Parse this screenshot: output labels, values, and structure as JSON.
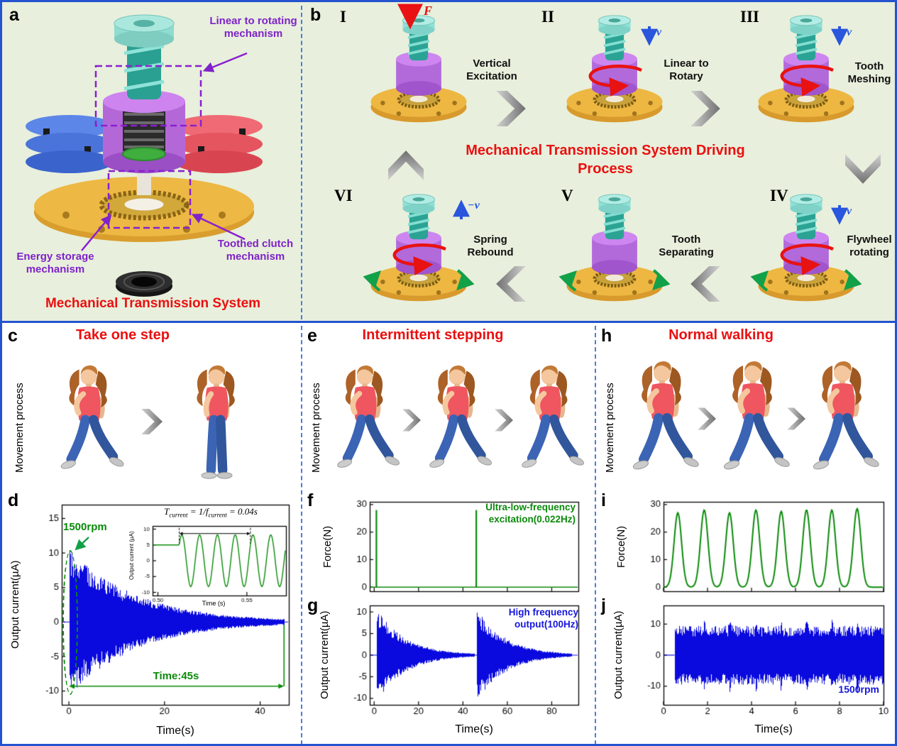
{
  "colors": {
    "border_blue": "#2353cf",
    "panel_green_bg": "#e8efdc",
    "accent_red": "#ea1010",
    "purple": "#7e22c9",
    "annotation_green": "#0a8a0a",
    "current_blue": "#0a0adf",
    "velocity_blue": "#2a55dd"
  },
  "figure": {
    "panel_a": {
      "letter": "a",
      "labels": {
        "linear_rotating": "Linear to rotating mechanism",
        "energy_storage": "Energy storage mechanism",
        "toothed_clutch": "Toothed clutch mechanism"
      },
      "title": "Mechanical Transmission System"
    },
    "panel_b": {
      "letter": "b",
      "title_line1": "Mechanical Transmission System Driving",
      "title_line2": "Process",
      "force_symbol": "F",
      "stages": [
        {
          "numeral": "I",
          "label_line1": "Vertical",
          "label_line2": "Excitation"
        },
        {
          "numeral": "II",
          "label_line1": "Linear to",
          "label_line2": "Rotary",
          "velocity": "v"
        },
        {
          "numeral": "III",
          "label_line1": "Tooth",
          "label_line2": "Meshing",
          "velocity": "v"
        },
        {
          "numeral": "IV",
          "label_line1": "Flywheel",
          "label_line2": "rotating",
          "velocity": "v"
        },
        {
          "numeral": "V",
          "label_line1": "Tooth",
          "label_line2": "Separating"
        },
        {
          "numeral": "VI",
          "label_line1": "Spring",
          "label_line2": "Rebound",
          "velocity": "−v"
        }
      ]
    },
    "panel_c": {
      "letter": "c",
      "title": "Take one step",
      "side_label": "Movement process"
    },
    "panel_d": {
      "letter": "d",
      "formula": {
        "t": "T",
        "t_sub": "current",
        "mid": " = 1/",
        "f": "f",
        "f_sub": "current",
        "end": " = 0.04s"
      }
    },
    "panel_e": {
      "letter": "e",
      "title": "Intermittent stepping",
      "side_label": "Movement process"
    },
    "panel_f": {
      "letter": "f"
    },
    "panel_g": {
      "letter": "g"
    },
    "panel_h": {
      "letter": "h",
      "title": "Normal walking",
      "side_label": "Movement process"
    },
    "panel_i": {
      "letter": "i"
    },
    "panel_j": {
      "letter": "j"
    }
  },
  "chart_data": [
    {
      "id": "d",
      "type": "line",
      "subtype": "burst_decay",
      "title": "",
      "xlabel": "Time(s)",
      "ylabel": "Output current(µA)",
      "xlim": [
        -1.5,
        46
      ],
      "xticks": [
        0,
        20,
        40
      ],
      "ylim": [
        -12,
        17
      ],
      "yticks": [
        -10,
        -5,
        0,
        5,
        10,
        15
      ],
      "grid": false,
      "legend_position": "none",
      "color": "#0a0adf",
      "series": [
        {
          "name": "output current",
          "bursts": [
            {
              "start": 0,
              "amplitude": 10,
              "tau": 14,
              "duration": 45
            }
          ]
        }
      ],
      "annotations": {
        "rpm": "1500rpm",
        "time_span": {
          "label": "Time:45s",
          "from": 0,
          "to": 45,
          "y": -9.3
        }
      }
    },
    {
      "id": "d_inset",
      "type": "line",
      "subtype": "wave_zoom",
      "title": "",
      "xlabel": "Time (s)",
      "ylabel": "Output current (µA)",
      "xlim": [
        0.497,
        0.572
      ],
      "xticks": [
        0.5,
        0.55
      ],
      "tick_decimals": 2,
      "ylim": [
        -11,
        11
      ],
      "yticks": [
        -10,
        -5,
        0,
        5,
        10
      ],
      "grid": false,
      "color": "#0a8a0a",
      "flat_value": 5,
      "flat_until": 0.512,
      "amplitude": 8.2,
      "period": 0.01,
      "arrow_span": {
        "from": 0.512,
        "to": 0.552,
        "y": 8.6
      }
    },
    {
      "id": "f",
      "type": "line",
      "subtype": "spikes",
      "title": "",
      "xlabel": "",
      "ylabel": "Force(N)",
      "xlim": [
        -2,
        92
      ],
      "xticks": [
        0,
        20,
        40,
        60,
        80
      ],
      "xtick_labels": false,
      "ylim": [
        -1.5,
        31
      ],
      "yticks": [
        0,
        10,
        20,
        30
      ],
      "grid": false,
      "color": "#0a8a0a",
      "spikes": [
        {
          "t": 1,
          "height": 28
        },
        {
          "t": 46,
          "height": 28
        }
      ],
      "annotation": {
        "line1": "Ultra-low-frequency",
        "line2": "excitation(0.022Hz)"
      }
    },
    {
      "id": "g",
      "type": "line",
      "subtype": "burst_decay",
      "title": "",
      "xlabel": "Time(s)",
      "ylabel": "Output current(µA)",
      "xlim": [
        -2,
        92
      ],
      "xticks": [
        0,
        20,
        40,
        60,
        80
      ],
      "ylim": [
        -11.5,
        11.5
      ],
      "yticks": [
        -10,
        -5,
        0,
        5,
        10
      ],
      "grid": false,
      "color": "#0a0adf",
      "series": [
        {
          "name": "output current",
          "bursts": [
            {
              "start": 1,
              "amplitude": 10,
              "tau": 13,
              "duration": 44
            },
            {
              "start": 46,
              "amplitude": 10,
              "tau": 13,
              "duration": 43
            }
          ]
        }
      ],
      "annotation": {
        "line1": "High frequency",
        "line2": "output(100Hz)"
      }
    },
    {
      "id": "i",
      "type": "line",
      "subtype": "pulses",
      "title": "",
      "xlabel": "",
      "ylabel": "Force(N)",
      "xlim": [
        0,
        10
      ],
      "xticks": [
        0,
        2,
        4,
        6,
        8,
        10
      ],
      "xtick_labels": false,
      "ylim": [
        -1.5,
        31
      ],
      "yticks": [
        0,
        10,
        20,
        30
      ],
      "grid": false,
      "color": "#0a8a0a",
      "pulses": {
        "centers": [
          0.65,
          1.85,
          3.0,
          4.2,
          5.35,
          6.5,
          7.65,
          8.8
        ],
        "heights": [
          27,
          28,
          27,
          28,
          27.5,
          28,
          28,
          28.5
        ],
        "width": 0.17
      }
    },
    {
      "id": "j",
      "type": "line",
      "subtype": "band",
      "title": "",
      "xlabel": "Time(s)",
      "ylabel": "Output current(µA)",
      "xlim": [
        0,
        10
      ],
      "xticks": [
        0,
        2,
        4,
        6,
        8,
        10
      ],
      "ylim": [
        -16,
        16
      ],
      "yticks": [
        -10,
        0,
        10
      ],
      "grid": false,
      "color": "#0a0adf",
      "band": {
        "start": 0.5,
        "base": 8.5,
        "spike_times": [
          1.85,
          3.0,
          4.2,
          5.35,
          6.5,
          7.65,
          8.8
        ],
        "spike_boost": 3.5
      },
      "annotation": "1500rpm"
    }
  ]
}
